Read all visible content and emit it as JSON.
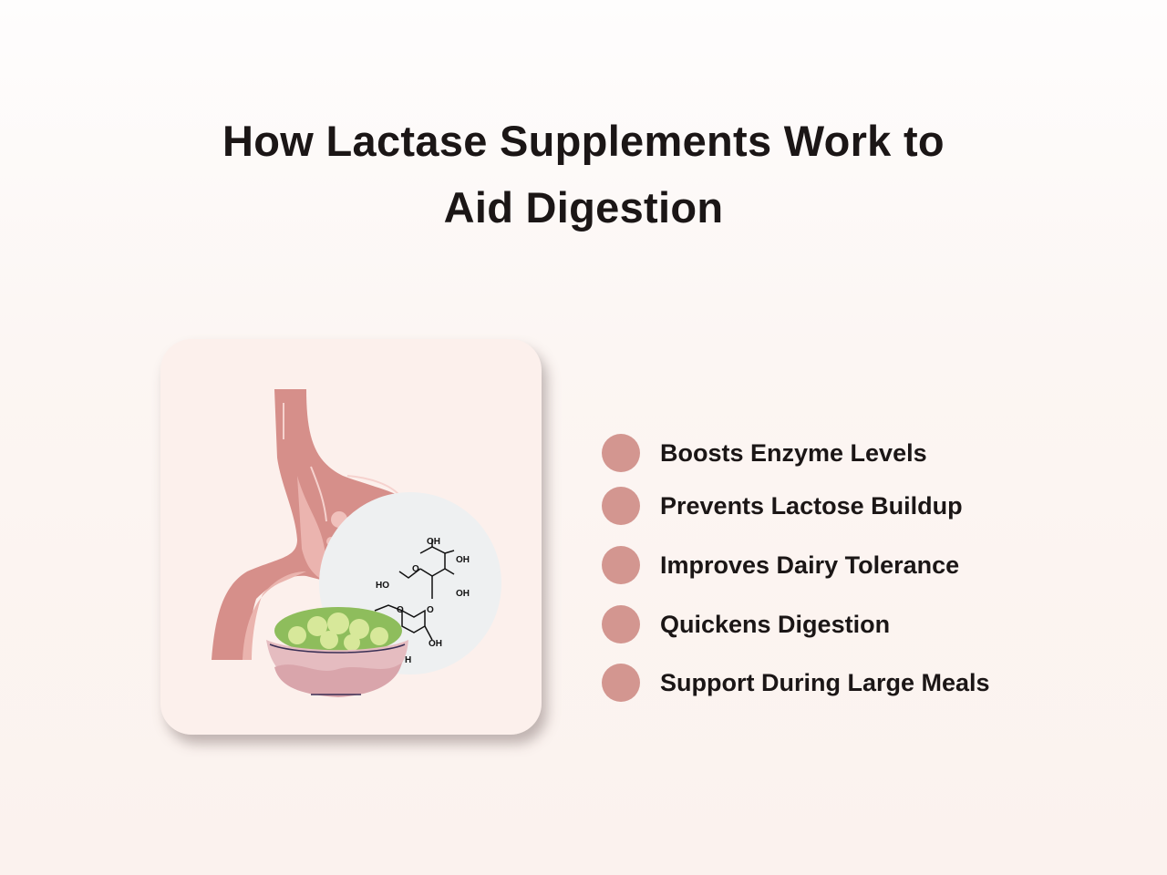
{
  "title": {
    "line1": "How Lactase Supplements Work to",
    "line2": "Aid Digestion"
  },
  "illustration": {
    "molecule_labels": {
      "oh_top": "OH",
      "oh_right1": "OH",
      "oh_right2": "OH",
      "ho_left": "HO",
      "ring_o1": "O",
      "link_o": "O",
      "ring_o2": "O",
      "oh_bottom": "OH",
      "h_bottom": "H"
    }
  },
  "benefits": [
    {
      "label": "Boosts Enzyme Levels"
    },
    {
      "label": "Prevents Lactose Buildup"
    },
    {
      "label": "Improves Dairy Tolerance"
    },
    {
      "label": "Quickens Digestion"
    },
    {
      "label": "Support During Large Meals"
    }
  ],
  "colors": {
    "bullet": "#d39690",
    "stomach": "#d68f8a",
    "card": "#fcf0ec"
  }
}
